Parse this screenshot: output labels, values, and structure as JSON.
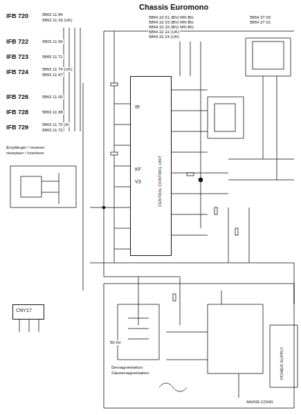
{
  "diagram": {
    "title": "Chassis Euromono",
    "nodes": [
      {
        "text": [
          "IR",
          "KF",
          "V3"
        ]
      },
      {
        "text": [
          "CNY17"
        ]
      }
    ],
    "labels": [
      "IFB 720",
      "5863 11 84",
      "5863 11 33 (UK)",
      "IFB 722",
      "5803 11 66",
      "IFB 723",
      "5865 11 71",
      "IFB 724",
      "5863 11 74 (UK)",
      "5863 11 67",
      "IFB 726",
      "5863 11 00",
      "IFB 728",
      "5863 11 68",
      "IFB 729",
      "5863 11 70 (A)",
      "5863 11 72",
      "Empfänger / receiver",
      "récepteur / ricevitore",
      "5864 22 01 (BV) MN BG",
      "5864 22 03 (BV) MN BG",
      "5864 22 20 (BV) MN BG",
      "5864 22 22 (UK)",
      "5864 22 24 (UK)",
      "5864 27 00",
      "5864 27 01",
      "CENTRAL CONTROL UNIT",
      "Demagnetisation",
      "Gaussmagnetisation",
      "MAINS CONN",
      "50 Hz",
      "POWER SUPPLY"
    ]
  }
}
